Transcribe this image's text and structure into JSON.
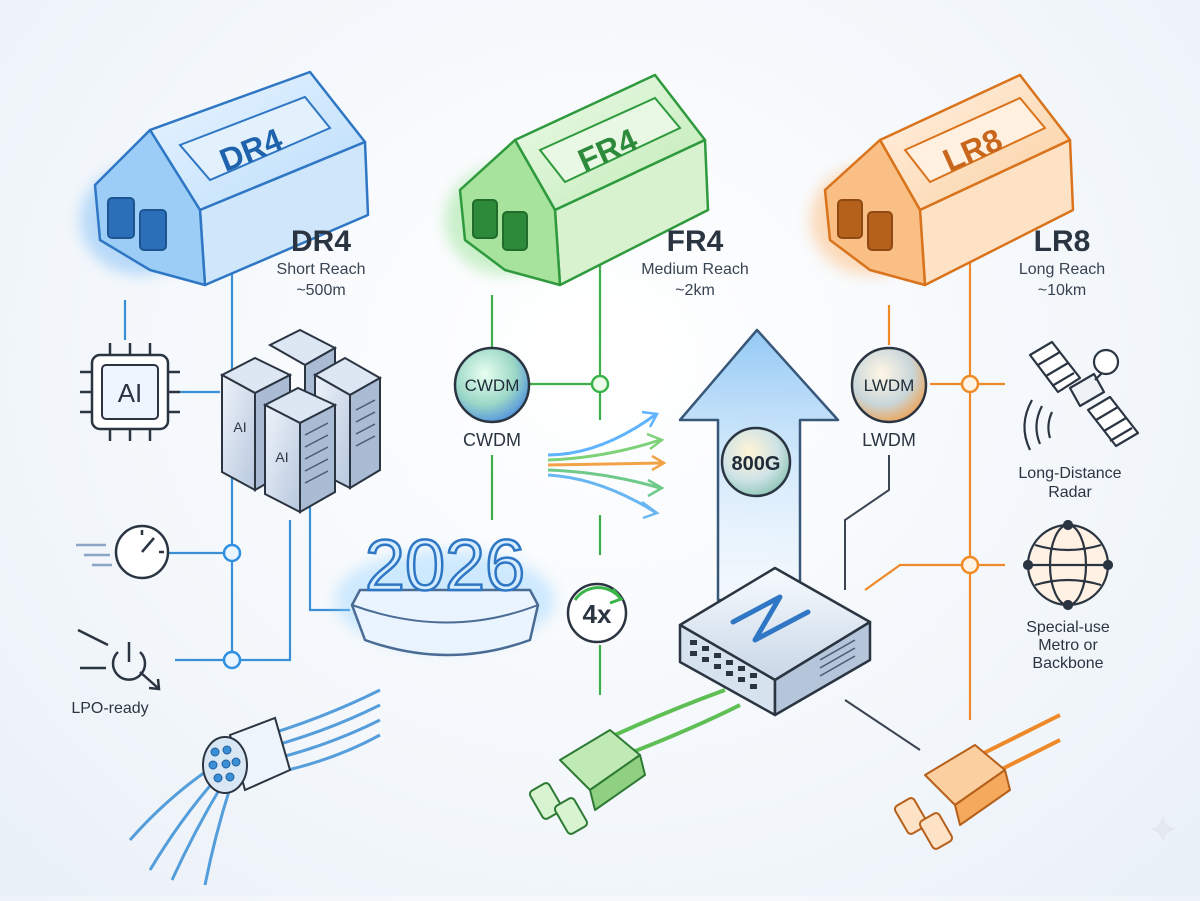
{
  "modules": [
    {
      "id": "dr4",
      "module_label": "DR4",
      "title": "DR4",
      "reach": "Short Reach",
      "distance": "~500m",
      "color": "#2f8fe0"
    },
    {
      "id": "fr4",
      "module_label": "FR4",
      "title": "FR4",
      "reach": "Medium Reach",
      "distance": "~2km",
      "color": "#39b54a"
    },
    {
      "id": "lr8",
      "module_label": "LR8",
      "title": "LR8",
      "reach": "Long Reach",
      "distance": "~10km",
      "color": "#f08a24"
    }
  ],
  "ai_chip": {
    "label": "AI"
  },
  "server_rack": {
    "label_1": "AI",
    "label_2": "AI"
  },
  "lpo": {
    "label": "LPO-ready"
  },
  "year_badge": {
    "label": "2026"
  },
  "cwdm": {
    "badge": "CWDM",
    "label": "CWDM"
  },
  "lwdm": {
    "badge": "LWDM",
    "label": "LWDM"
  },
  "rate": {
    "label": "800G"
  },
  "multiplier": {
    "label": "4x"
  },
  "radar": {
    "line1": "Long-Distance",
    "line2": "Radar"
  },
  "metro": {
    "line1": "Special-use",
    "line2": "Metro or",
    "line3": "Backbone"
  },
  "colors": {
    "blue": "#2f8fe0",
    "green": "#39b54a",
    "orange": "#f08a24",
    "dark": "#2b3542"
  }
}
